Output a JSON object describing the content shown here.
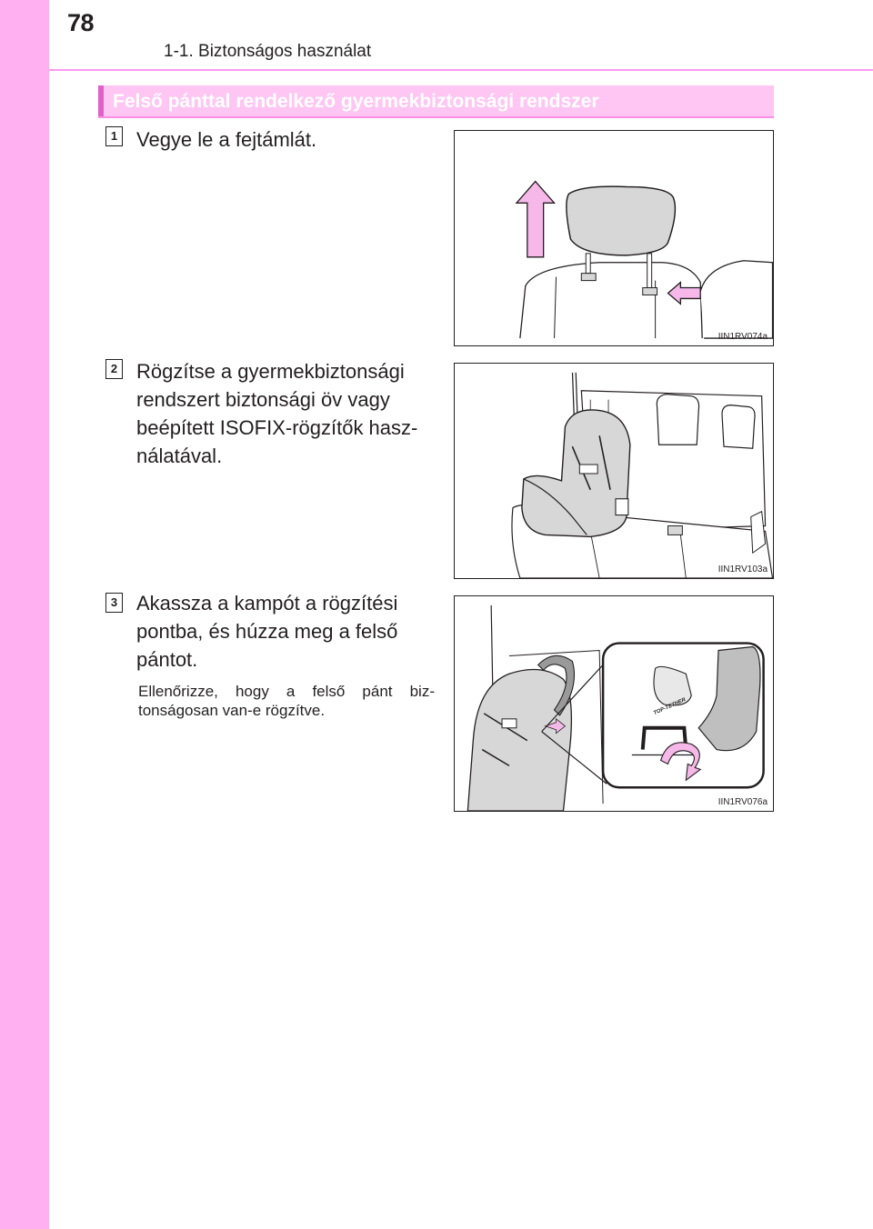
{
  "header": {
    "page_number": "78",
    "running_head": "1-1. Biztonságos használat"
  },
  "section": {
    "title": "Felső pánttal rendelkező gyermekbiztonsági rendszer"
  },
  "steps": [
    {
      "number": "1",
      "text": "Vegye le a fejtámlát.",
      "figure_code": "IIN1RV074a"
    },
    {
      "number": "2",
      "text": "Rögzítse a gyermekbiztonsági rendszert biztonsági öv vagy beépített ISOFIX-rögzítők hasz-nálatával.",
      "figure_code": "IIN1RV103a"
    },
    {
      "number": "3",
      "text": "Akassza a kampót a rögzítési pontba, és húzza meg a felső pántot.",
      "note": "Ellenőrizze, hogy a felső pánt biz-tonságosan van-e rögzítve.",
      "figure_code": "IIN1RV076a",
      "badge_text": "TOP-TETHER"
    }
  ],
  "colors": {
    "side_band": "#ffb0f0",
    "header_rule": "#ff99ee",
    "section_bar": "#ffc6f3",
    "highlight_pink": "#f5b8e8",
    "seat_gray": "#d7d7d7"
  },
  "icons": {
    "figure1": "headrest-removal-illustration",
    "figure2": "child-seat-installed-illustration",
    "figure3": "top-tether-hook-illustration"
  }
}
